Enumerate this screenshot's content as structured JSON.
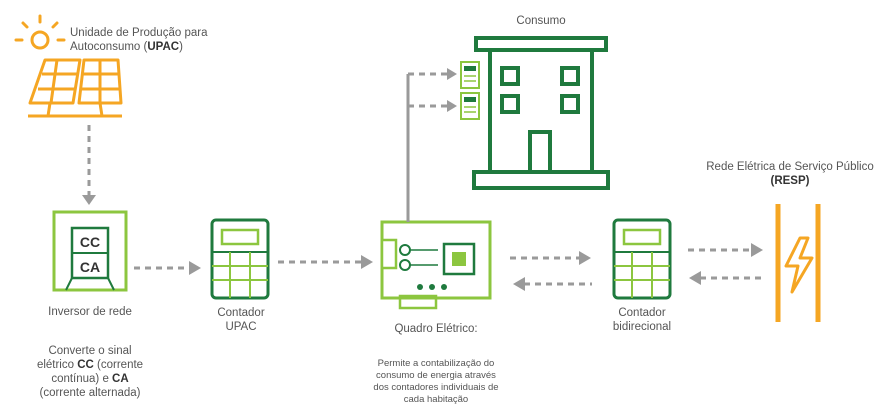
{
  "upac": {
    "line1": "Unidade de Produção para",
    "line2_prefix": "Autoconsumo (",
    "line2_bold": "UPAC",
    "line2_suffix": ")"
  },
  "consumo": {
    "label": "Consumo"
  },
  "resp": {
    "line1": "Rede Elétrica de Serviço Público",
    "line2": "(RESP)"
  },
  "inverter": {
    "cc": "CC",
    "ca": "CA",
    "label": "Inversor de rede",
    "desc1": "Converte o sinal",
    "desc2_prefix": "elétrico ",
    "desc2_bold": "CC",
    "desc2_suffix": " (corrente",
    "desc3_prefix": "contínua) e ",
    "desc3_bold": "CA",
    "desc4": "(corrente alternada)"
  },
  "meter_upac": {
    "line1": "Contador",
    "line2": "UPAC"
  },
  "quadro": {
    "label": "Quadro Elétrico:",
    "desc1": "Permite a contabilização do",
    "desc2": "consumo de energia através",
    "desc3": "dos contadores individuais de",
    "desc4": "cada habitação"
  },
  "meter_bi": {
    "line1": "Contador",
    "line2": "bidirecional"
  },
  "colors": {
    "orange": "#F5A623",
    "green": "#1F7A3E",
    "light_green": "#8CC63F",
    "arrow_gray": "#9a9a9a"
  }
}
